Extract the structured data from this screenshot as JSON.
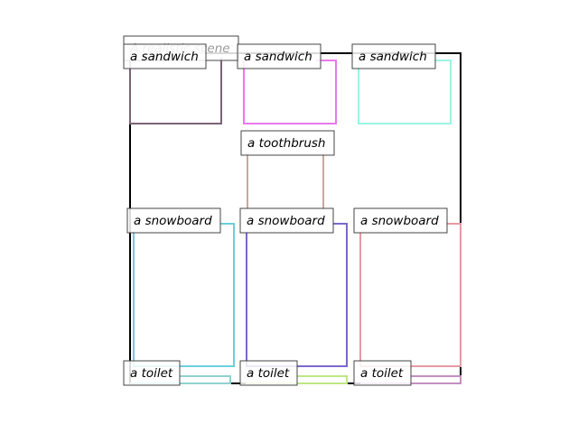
{
  "scene": {
    "title": "A realistic scene",
    "frame_color": "#000000"
  },
  "objects": [
    {
      "label": "a sandwich",
      "color": "#7a6478"
    },
    {
      "label": "a sandwich",
      "color": "#e879ec"
    },
    {
      "label": "a sandwich",
      "color": "#99f5e4"
    },
    {
      "label": "a toothbrush",
      "color": "#c9a99c"
    },
    {
      "label": "a snowboard",
      "color": "#6ccfdc"
    },
    {
      "label": "a snowboard",
      "color": "#7b67cc"
    },
    {
      "label": "a snowboard",
      "color": "#e59aa5"
    },
    {
      "label": "a toilet",
      "color": "#8fd3d0"
    },
    {
      "label": "a toilet",
      "color": "#bfe884"
    },
    {
      "label": "a toilet",
      "color": "#c48fbf"
    }
  ]
}
